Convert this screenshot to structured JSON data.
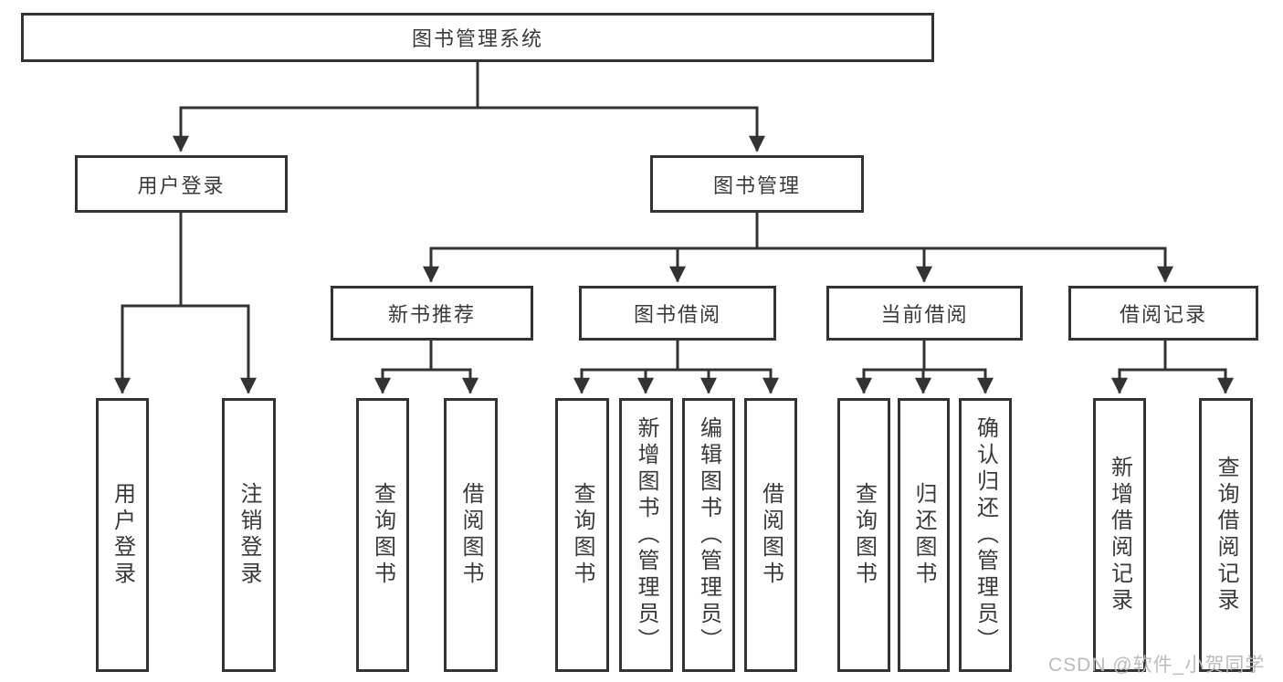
{
  "diagram": {
    "type": "hierarchy-tree",
    "root": "图书管理系统",
    "level2": [
      "用户登录",
      "图书管理"
    ],
    "level3": [
      "新书推荐",
      "图书借阅",
      "当前借阅",
      "借阅记录"
    ],
    "leaves": {
      "user_login": [
        "用户登录",
        "注销登录"
      ],
      "new_book": [
        "查询图书",
        "借阅图书"
      ],
      "book_borrow": [
        "查询图书",
        "新增图书（管理员）",
        "编辑图书（管理员）",
        "借阅图书"
      ],
      "current_borrow": [
        "查询图书",
        "归还图书",
        "确认归还（管理员）"
      ],
      "borrow_record": [
        "新增借阅记录",
        "查询借阅记录"
      ]
    },
    "watermark": "CSDN @软件_小贺同学",
    "colors": {
      "line": "#333333",
      "box_border": "#333333",
      "box_fill": "#ffffff",
      "text": "#3a3a3a",
      "watermark": "#b8b8b8",
      "background": "#ffffff"
    }
  }
}
